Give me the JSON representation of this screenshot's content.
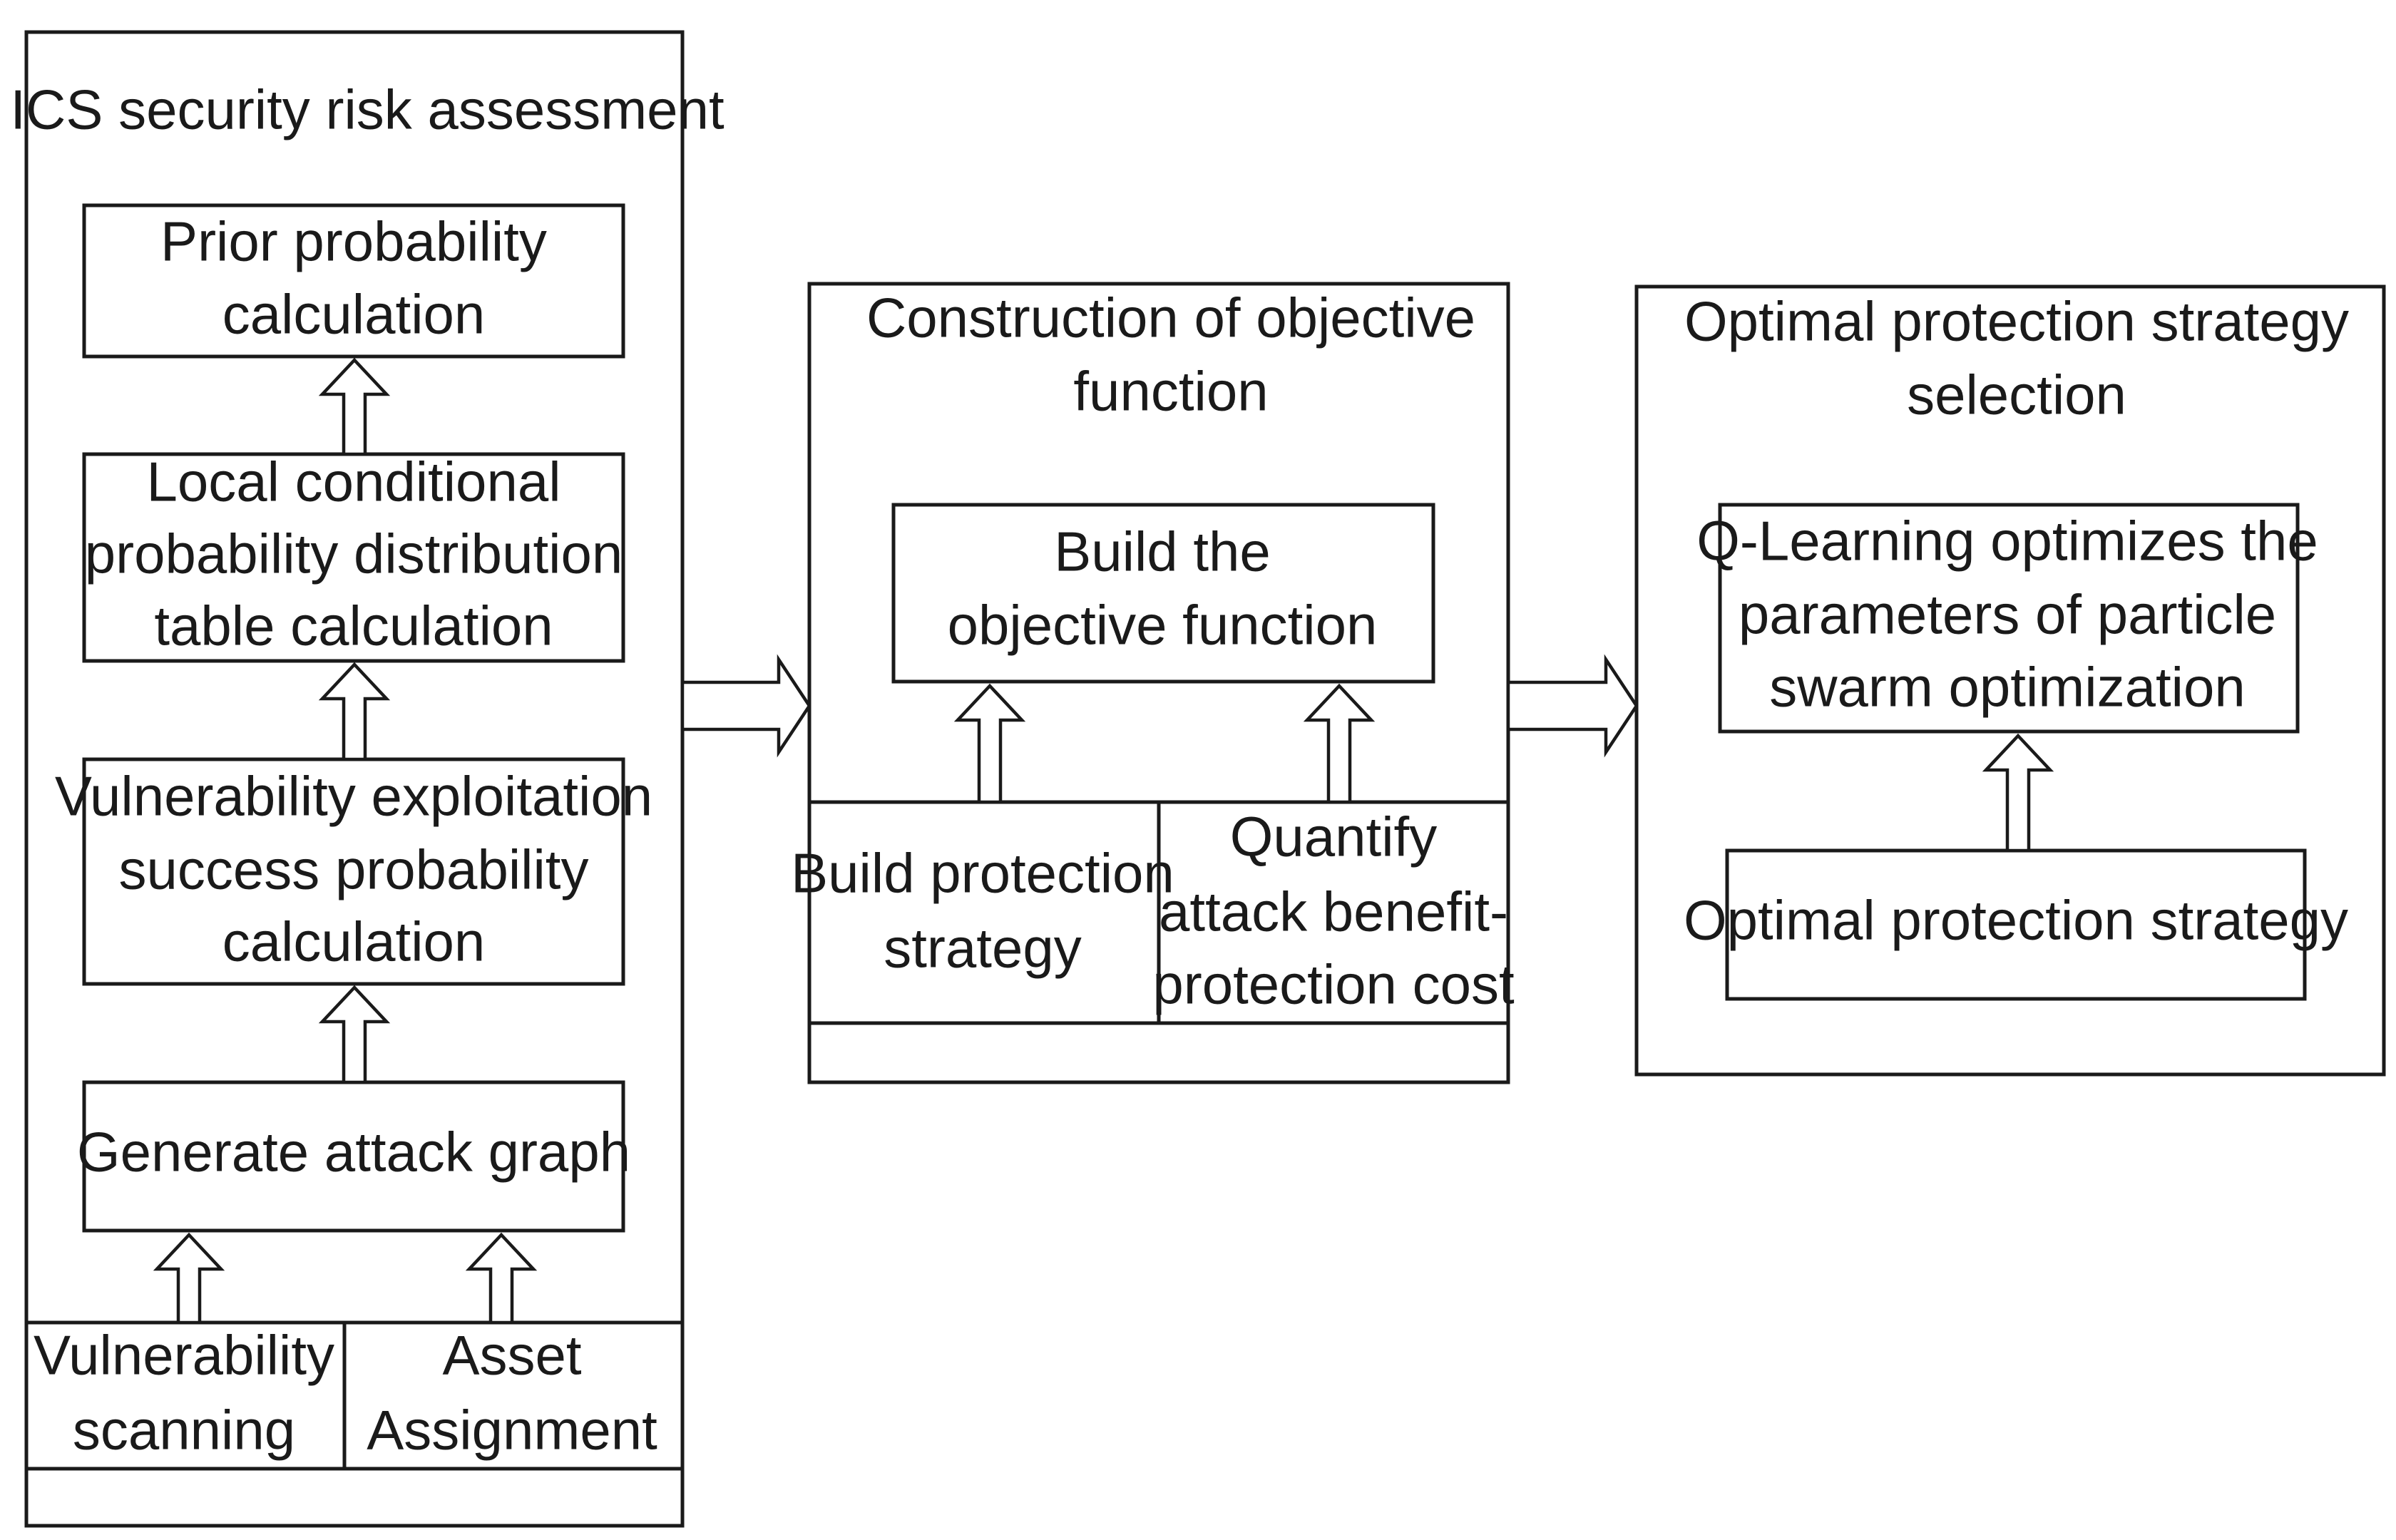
{
  "panel_risk": {
    "title": "ICS security risk assessment",
    "prior": [
      "Prior probability",
      "calculation"
    ],
    "local": [
      "Local conditional",
      "probability distribution",
      "table calculation"
    ],
    "vuln_success": [
      "Vulnerability exploitation",
      "success probability",
      "calculation"
    ],
    "attack_graph": [
      "Generate attack graph"
    ],
    "vuln_scan": [
      "Vulnerability",
      "scanning"
    ],
    "asset": [
      "Asset",
      "Assignment"
    ]
  },
  "panel_objective": {
    "title": [
      "Construction of objective",
      "function"
    ],
    "build_obj": [
      "Build the",
      "objective function"
    ],
    "build_strategy": [
      "Build protection",
      "strategy"
    ],
    "quantify": [
      "Quantify",
      "attack benefit-",
      "protection cost"
    ]
  },
  "panel_selection": {
    "title": [
      "Optimal protection strategy",
      "selection"
    ],
    "qlearning": [
      "Q-Learning optimizes the",
      "parameters of particle",
      "swarm optimization"
    ],
    "optimal": [
      "Optimal protection strategy"
    ]
  }
}
